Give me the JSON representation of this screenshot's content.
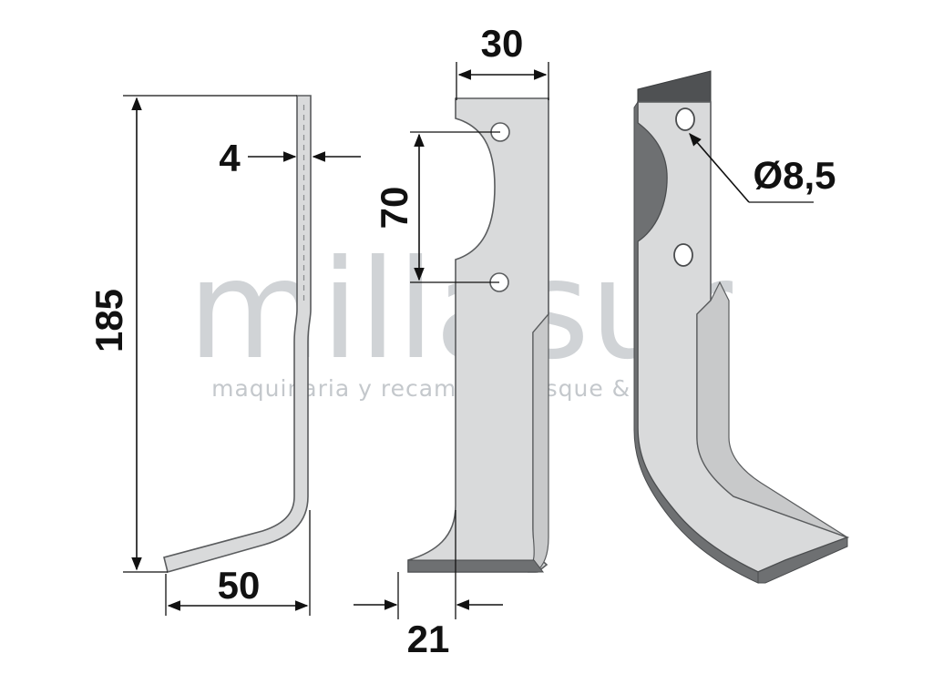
{
  "watermark": {
    "brand": "millasur",
    "tagline": "maquinaria y recambios bosque & jardín"
  },
  "dimensions": {
    "height": "185",
    "thickness": "4",
    "foot_width": "50",
    "blade_width": "30",
    "hole_spacing": "70",
    "shank_offset": "21",
    "hole_diameter": "Ø8,5"
  },
  "colors": {
    "blade_fill": "#d9dadb",
    "blade_edge": "#5a5c5e",
    "dark_face": "#6e7072",
    "line": "#111111"
  }
}
